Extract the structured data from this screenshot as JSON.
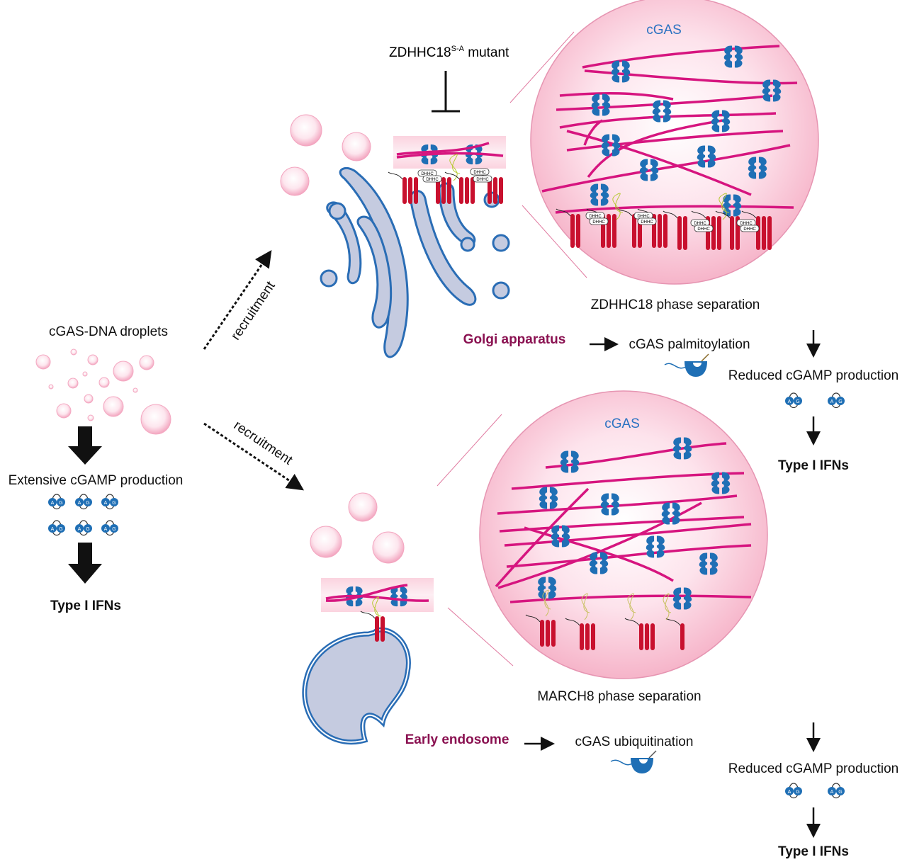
{
  "left": {
    "droplets_label": "cGAS-DNA droplets",
    "production": "Extensive cGAMP production",
    "output": "Type I IFNs"
  },
  "arrows": {
    "recruitment_top": "recruitment",
    "recruitment_bottom": "recruitment"
  },
  "golgi_pathway": {
    "inhibitor": "ZDHHC18",
    "inhibitor_superscript": "S-A",
    "inhibitor_suffix": " mutant",
    "zoom_protein_label": "cGAS",
    "phase_label": "ZDHHC18 phase separation",
    "organelle": "Golgi apparatus",
    "modification": "cGAS palmitoylation",
    "production": "Reduced cGAMP production",
    "output": "Type I IFNs",
    "enzyme_tag": "DHHC"
  },
  "endosome_pathway": {
    "zoom_protein_label": "cGAS",
    "phase_label": "MARCH8 phase separation",
    "organelle": "Early endosome",
    "modification": "cGAS ubiquitination",
    "production": "Reduced cGAMP production",
    "output": "Type I IFNs"
  },
  "cgamp_glyph": {
    "a": "A",
    "g": "G"
  },
  "colors": {
    "cgas": "#1f6fb5",
    "dna": "#d6157f",
    "membrane_protein": "#c8102e",
    "organelle_fill": "#c5cbe0",
    "organelle_stroke": "#2a6db5",
    "droplet": "#f4a9c2",
    "organelle_label": "#8a1151"
  }
}
